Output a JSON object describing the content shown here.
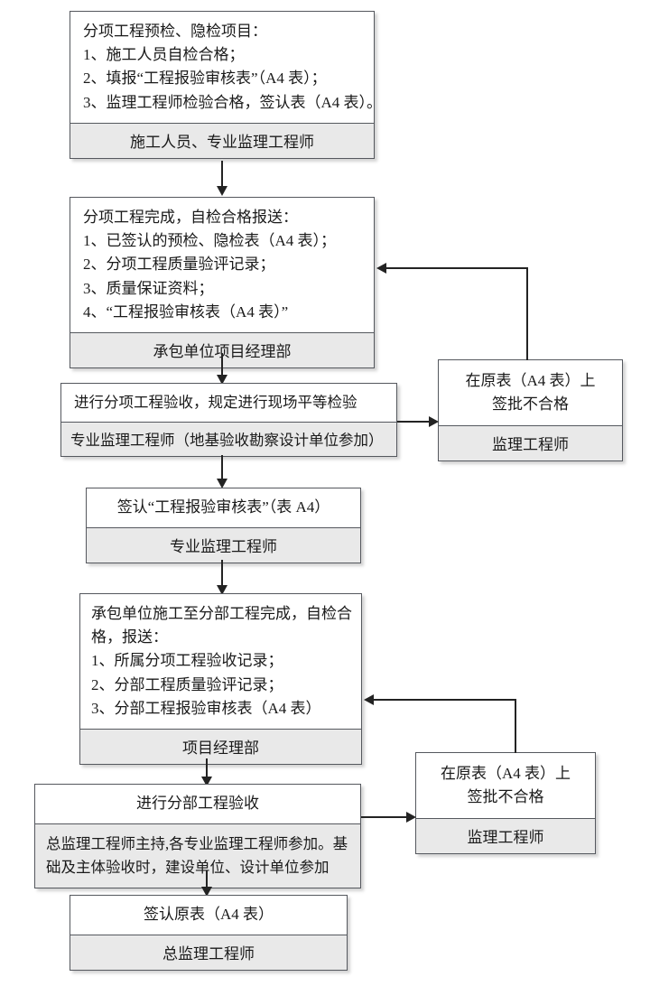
{
  "diagram": {
    "title": "分项/分部工程质量验收监理工作流程",
    "colors": {
      "box_border": "#55585e",
      "role_band": "#e9e9e9",
      "body_fill": "#ffffff",
      "connector": "#232323",
      "page_bg": "#ffffff"
    }
  },
  "nodes": {
    "n1": {
      "lines": [
        "分项工程预检、隐检项目：",
        "1、施工人员自检合格；",
        "2、填报“工程报验审核表”（A4 表）；",
        "3、监理工程师检验合格，签认表（A4 表）。"
      ],
      "role": "施工人员、专业监理工程师"
    },
    "n2": {
      "lines": [
        "分项工程完成，自检合格报送：",
        "1、已签认的预检、隐检表（A4 表）；",
        "2、分项工程质量验评记录；",
        "3、质量保证资料；",
        "4、“工程报验审核表（A4 表）”"
      ],
      "role": "承包单位项目经理部"
    },
    "n3": {
      "lines": [
        "进行分项工程验收，规定进行现场平等检验"
      ],
      "role": "专业监理工程师（地基验收勘察设计单位参加）"
    },
    "n4": {
      "lines": [
        "在原表（A4 表）上",
        "签批不合格"
      ],
      "role": "监理工程师"
    },
    "n5": {
      "lines": [
        "签认“工程报验审核表”（表 A4）"
      ],
      "role": "专业监理工程师"
    },
    "n6": {
      "lines": [
        "承包单位施工至分部工程完成，自检合",
        "格，报送：",
        "1、所属分项工程验收记录；",
        "2、分部工程质量验评记录；",
        "3、分部工程报验审核表（A4 表）"
      ],
      "role": "项目经理部"
    },
    "n7": {
      "lines": [
        "在原表（A4 表）上",
        "签批不合格"
      ],
      "role": "监理工程师"
    },
    "n8": {
      "lines": [
        "进行分部工程验收"
      ],
      "role_lines": [
        "总监理工程师主持,各专业监理工程师参加。基",
        "础及主体验收时，建设单位、设计单位参加"
      ]
    },
    "n9": {
      "lines": [
        "签认原表（A4 表）"
      ],
      "role": "总监理工程师"
    }
  }
}
